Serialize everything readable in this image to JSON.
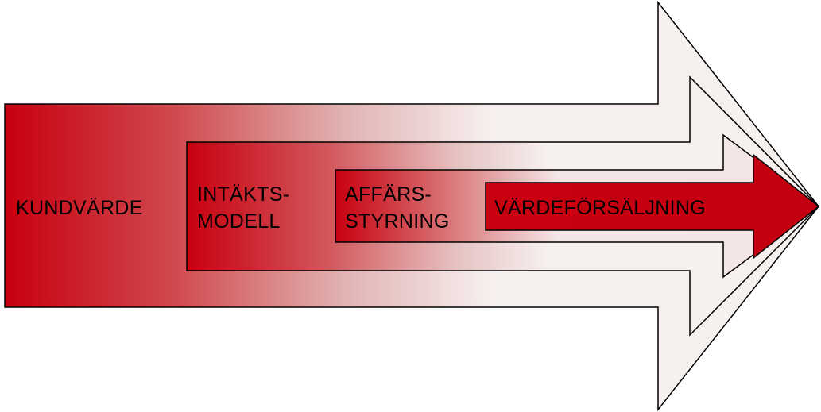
{
  "diagram": {
    "layers": [
      {
        "id": "kundvarde",
        "lines": [
          "KUNDVÄRDE"
        ]
      },
      {
        "id": "intakts",
        "lines": [
          "INTÄKTS-",
          "MODELL"
        ]
      },
      {
        "id": "affars",
        "lines": [
          "AFFÄRS-",
          "STYRNING"
        ]
      },
      {
        "id": "vardeforsaljning",
        "lines": [
          "VÄRDEFÖRSÄLJNING"
        ]
      }
    ]
  },
  "colors": {
    "accent": "#c8000f",
    "fade": "#f6f0ef",
    "outline": "#000000"
  }
}
